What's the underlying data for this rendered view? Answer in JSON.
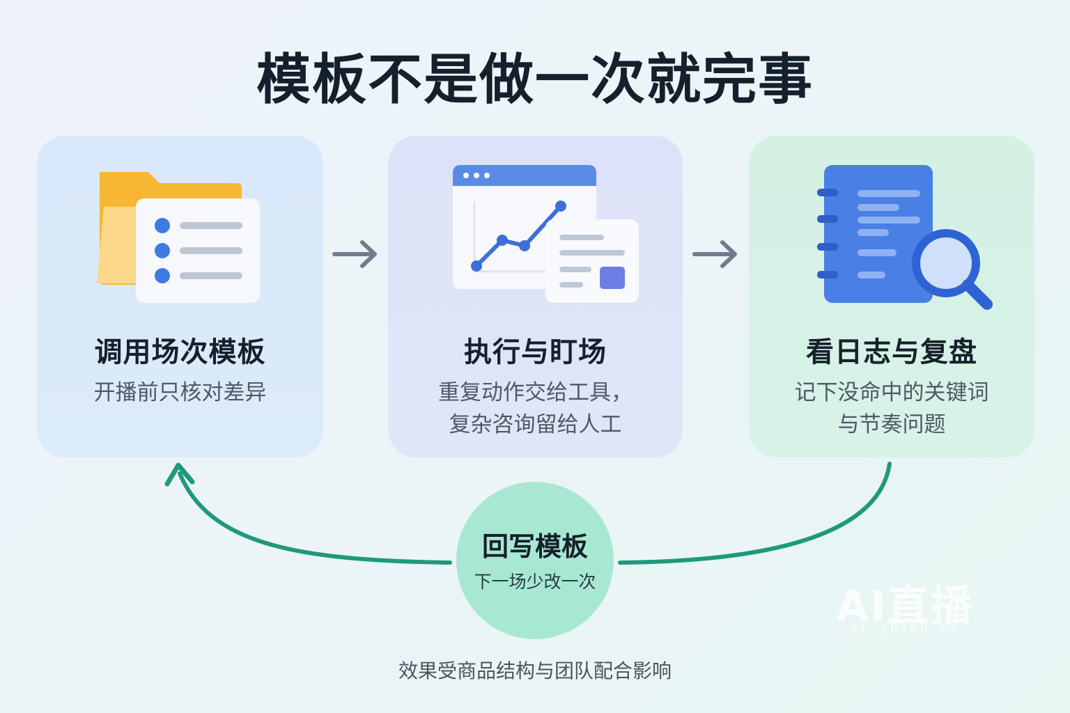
{
  "title": "模板不是做一次就完事",
  "steps": [
    {
      "title": "调用场次模板",
      "desc": [
        "开播前只核对差异"
      ],
      "icon": "folder-list-icon",
      "color": "#e0ecfa"
    },
    {
      "title": "执行与盯场",
      "desc": [
        "重复动作交给工具，",
        "复杂咨询留给人工"
      ],
      "icon": "dashboard-chart-icon",
      "color": "#e0e5f8"
    },
    {
      "title": "看日志与复盘",
      "desc": [
        "记下没命中的关键词",
        "与节奏问题"
      ],
      "icon": "notebook-search-icon",
      "color": "#d7f1e5"
    }
  ],
  "loop": {
    "title": "回写模板",
    "subtitle": "下一场少改一次",
    "color": "#1e9a7a"
  },
  "footnote": "效果受商品结构与团队配合影响",
  "watermark": {
    "logo": "AI直播",
    "url": "ai-zhibo.cn"
  }
}
